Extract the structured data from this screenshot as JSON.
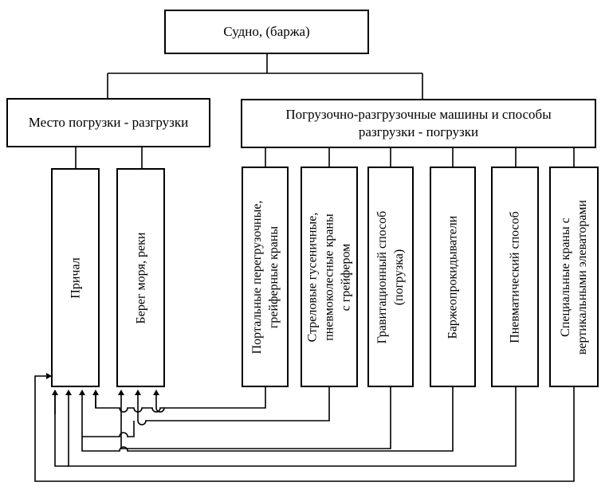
{
  "diagram": {
    "root": "Судно, (баржа)",
    "place": "Место погрузки - разгрузки",
    "machines": [
      "Погрузочно-разгрузочные машины и способы",
      "разгрузки - погрузки"
    ],
    "pier": "Причал",
    "shore": "Берег моря, реки",
    "methods": {
      "portal": [
        "Портальные перегрузочные,",
        "грейферные краны"
      ],
      "boom": [
        "Стреловые гусеничные,",
        "пневмоколесные краны",
        "с грейфером"
      ],
      "gravity": [
        "Гравитационный способ",
        "(погрузка)"
      ],
      "tipper": [
        "Баржеопрокидыватели"
      ],
      "pneumatic": [
        "Пневматический способ"
      ],
      "special": [
        "Специальные краны с",
        "вертикальными элеваторами"
      ]
    }
  }
}
